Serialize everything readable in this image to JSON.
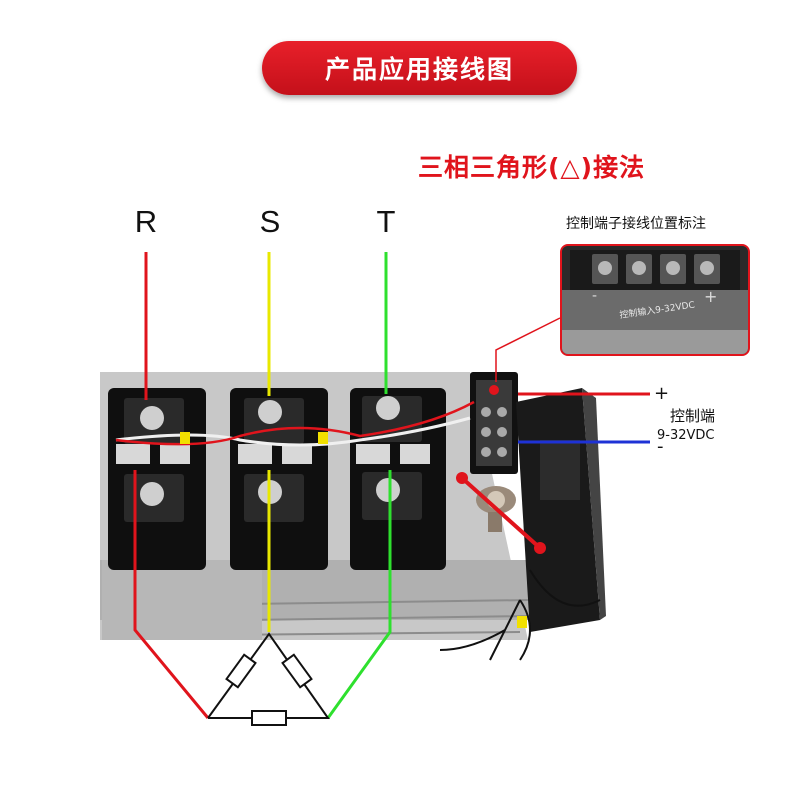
{
  "banner": {
    "title": "产品应用接线图"
  },
  "method": {
    "label": "三相三角形(△)接法"
  },
  "phases": {
    "r": "R",
    "s": "S",
    "t": "T"
  },
  "inset": {
    "title": "控制端子接线位置标注",
    "terminal_text": "控制输入9-32VDC",
    "minus": "-",
    "plus": "+"
  },
  "control": {
    "label": "控制端",
    "voltage": "9-32VDC",
    "plus": "+",
    "minus": "-"
  },
  "colors": {
    "banner": "#e0141c",
    "wire_r": "#e0141c",
    "wire_s": "#e8e800",
    "wire_t": "#2ee02e",
    "wire_neg": "#1e32d6"
  }
}
